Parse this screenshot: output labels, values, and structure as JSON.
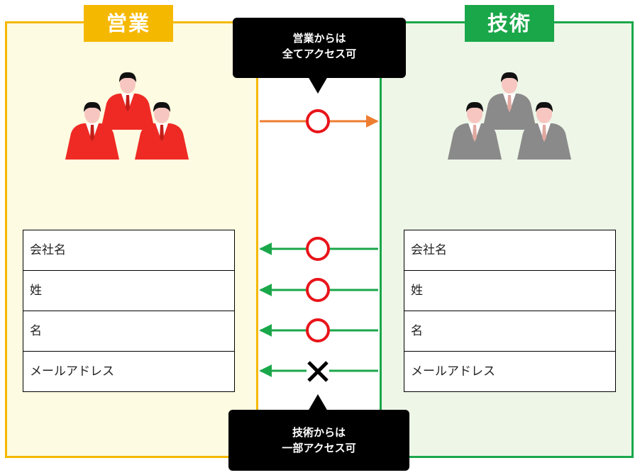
{
  "sales": {
    "title": "営業",
    "fields": [
      "会社名",
      "姓",
      "名",
      "メールアドレス"
    ],
    "icon": "people-group-icon",
    "color": "#f5b800",
    "bg": "#fdfbe1",
    "person_color": "#ef2a24"
  },
  "tech": {
    "title": "技術",
    "fields": [
      "会社名",
      "姓",
      "名",
      "メールアドレス"
    ],
    "icon": "people-group-icon",
    "color": "#1aa74a",
    "bg": "#eef6e8",
    "person_color": "#8a8a8a"
  },
  "callouts": {
    "top": {
      "line1": "営業からは",
      "line2": "全てアクセス可"
    },
    "bottom": {
      "line1": "技術からは",
      "line2": "一部アクセス可"
    }
  },
  "access": {
    "sales_to_tech": {
      "mark": "circle",
      "color": "#ed7d31"
    },
    "tech_to_sales": [
      {
        "field": "会社名",
        "mark": "circle"
      },
      {
        "field": "姓",
        "mark": "circle"
      },
      {
        "field": "名",
        "mark": "circle"
      },
      {
        "field": "メールアドレス",
        "mark": "cross"
      }
    ],
    "arrow_color": "#1aa74a",
    "circle_color": "#e8141a"
  }
}
